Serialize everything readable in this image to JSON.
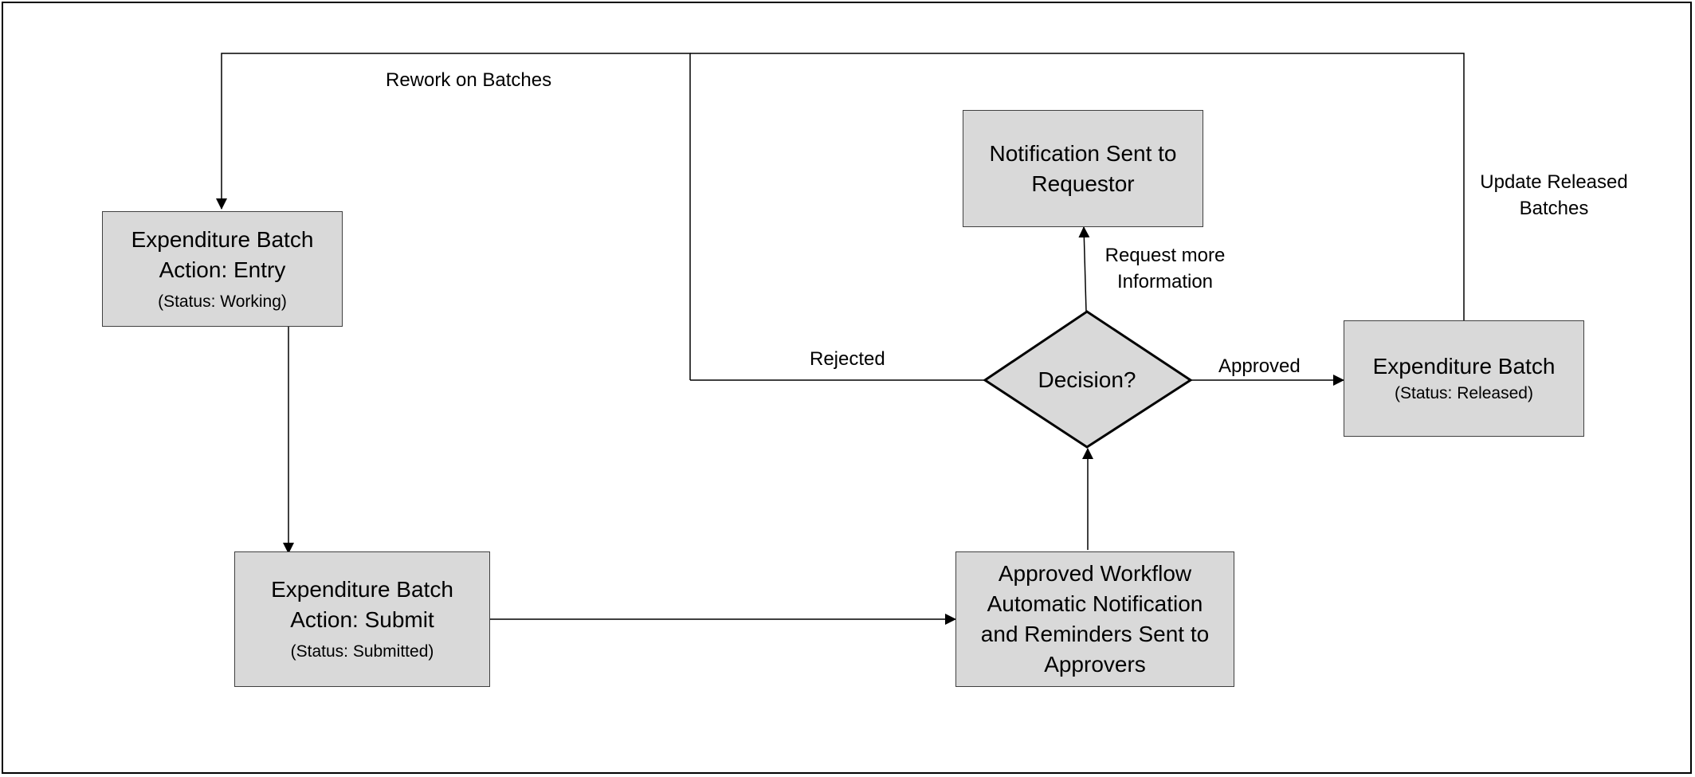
{
  "colors": {
    "box_fill": "#d9d9d9",
    "box_border": "#404040",
    "line": "#000000"
  },
  "boxes": {
    "entry": {
      "line1": "Expenditure Batch",
      "line2": "Action: Entry",
      "status": "(Status: Working)"
    },
    "submit": {
      "line1": "Expenditure Batch",
      "line2": "Action: Submit",
      "status": "(Status: Submitted)"
    },
    "workflow": {
      "line1": "Approved Workflow",
      "line2": "Automatic Notification",
      "line3": "and Reminders Sent to",
      "line4": "Approvers"
    },
    "notification": {
      "line1": "Notification Sent to",
      "line2": "Requestor"
    },
    "released": {
      "line1": "Expenditure Batch",
      "status": "(Status: Released)"
    }
  },
  "decision": {
    "label": "Decision?"
  },
  "edge_labels": {
    "rework": "Rework on Batches",
    "update_line1": "Update Released",
    "update_line2": "Batches",
    "request_line1": "Request more",
    "request_line2": "Information",
    "rejected": "Rejected",
    "approved": "Approved"
  }
}
